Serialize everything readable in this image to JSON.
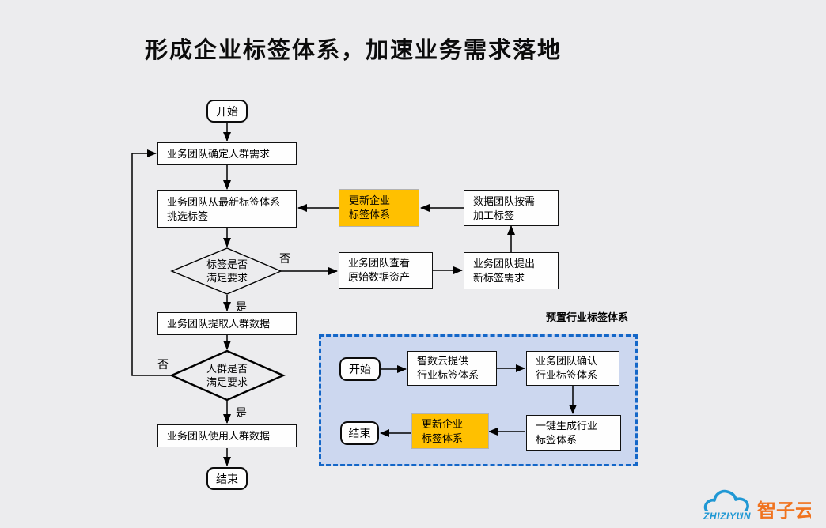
{
  "title": "形成企业标签体系，加速业务需求落地",
  "decision_labels": {
    "yes": "是",
    "no": "否"
  },
  "main_flow": {
    "start": "开始",
    "determine_demand": "业务团队确定人群需求",
    "pick_tags": "业务团队从最新标签体系\n挑选标签",
    "tags_satisfy": "标签是否\n满足要求",
    "extract_data": "业务团队提取人群数据",
    "crowd_satisfy": "人群是否\n满足要求",
    "use_data": "业务团队使用人群数据",
    "end": "结束"
  },
  "update_branch": {
    "update_system": "更新企业\n标签体系",
    "process_tags": "数据团队按需\n加工标签",
    "view_assets": "业务团队查看\n原始数据资产",
    "propose_tags": "业务团队提出\n新标签需求"
  },
  "preset_flow": {
    "heading": "预置行业标签体系",
    "start": "开始",
    "provide": "智数云提供\n行业标签体系",
    "confirm": "业务团队确认\n行业标签体系",
    "generate": "一键生成行业\n标签体系",
    "update_system": "更新企业\n标签体系",
    "end": "结束"
  },
  "logo": {
    "latin": "ZHIZIYUN",
    "cn": "智子云"
  },
  "colors": {
    "background": "#ECECEE",
    "highlight_orange": "#FFC000",
    "panel_fill": "#CCD7EF",
    "panel_border": "#1467C8",
    "logo_blue": "#2098D4",
    "logo_orange": "#F0731F"
  }
}
